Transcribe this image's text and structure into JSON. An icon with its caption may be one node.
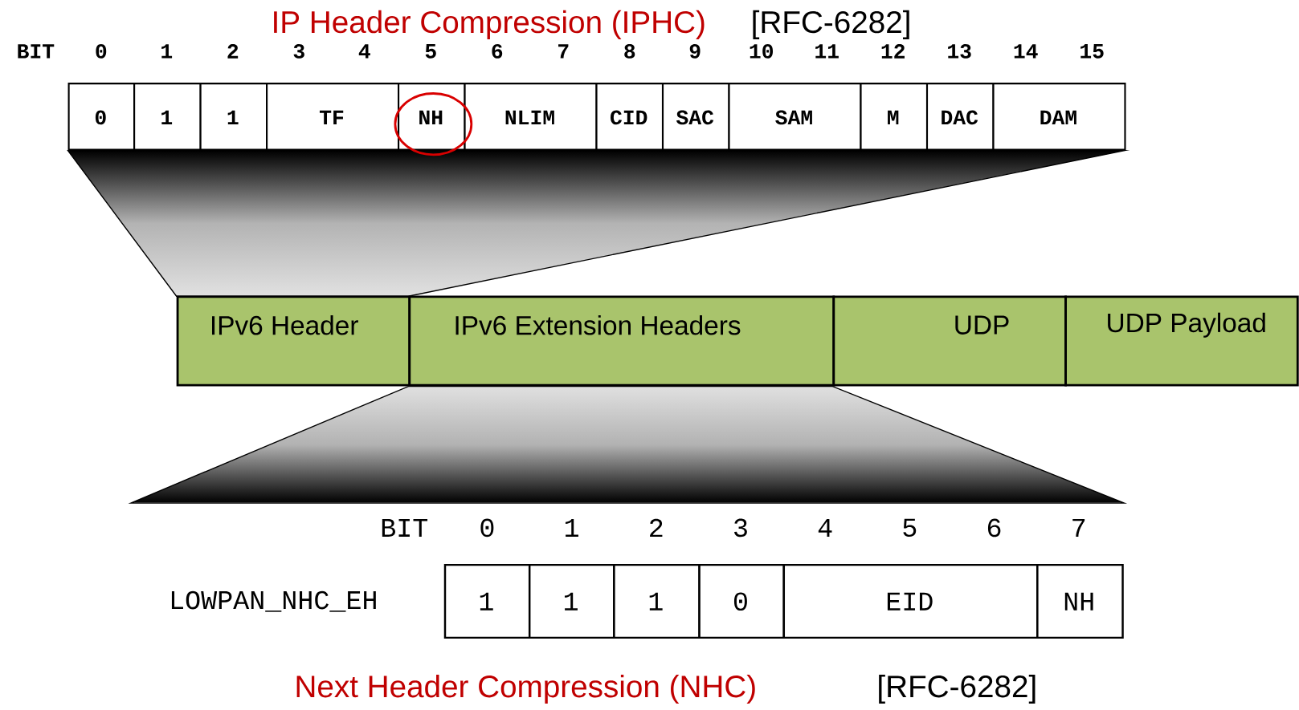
{
  "diagram": {
    "nodes": [
      {
        "text": [
          "0"
        ]
      },
      {
        "text": [
          "1"
        ]
      },
      {
        "text": [
          "1"
        ]
      },
      {
        "text": [
          "TF"
        ]
      },
      {
        "text": [
          "NH"
        ]
      },
      {
        "text": [
          "NLIM"
        ]
      },
      {
        "text": [
          "CID"
        ]
      },
      {
        "text": [
          "SAC"
        ]
      },
      {
        "text": [
          "SAM"
        ]
      },
      {
        "text": [
          "M"
        ]
      },
      {
        "text": [
          "DAC"
        ]
      },
      {
        "text": [
          "DAM"
        ]
      },
      {
        "text": [
          "IPv6 Header"
        ]
      },
      {
        "text": [
          "IPv6 Extension Headers"
        ]
      },
      {
        "text": [
          "UDP"
        ]
      },
      {
        "text": [
          "UDP Payload"
        ]
      },
      {
        "text": [
          "1"
        ]
      },
      {
        "text": [
          "1"
        ]
      },
      {
        "text": [
          "1"
        ]
      },
      {
        "text": [
          "0"
        ]
      },
      {
        "text": [
          "EID"
        ]
      },
      {
        "text": [
          "NH"
        ]
      }
    ],
    "labels": [
      "IP Header Compression (IPHC)",
      "[RFC-6282]",
      "BIT",
      "0",
      "1",
      "2",
      "3",
      "4",
      "5",
      "6",
      "7",
      "8",
      "9",
      "10",
      "11",
      "12",
      "13",
      "14",
      "15",
      "BIT",
      "0",
      "1",
      "2",
      "3",
      "4",
      "5",
      "6",
      "7",
      "LOWPAN_NHC_EH",
      "Next Header Compression (NHC)",
      "[RFC-6282]"
    ]
  }
}
